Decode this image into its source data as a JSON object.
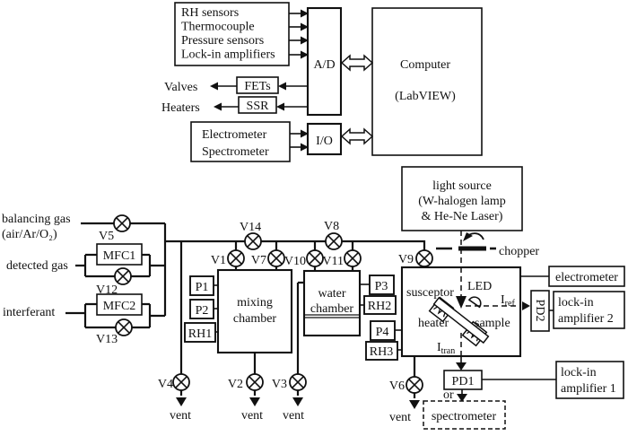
{
  "daq": {
    "sensor_box": {
      "lines": [
        "RH sensors",
        "Thermocouple",
        "Pressure sensors",
        "Lock-in amplifiers"
      ]
    },
    "ad": "A/D",
    "io": "I/O",
    "computer": {
      "line1": "Computer",
      "line2": "(LabVIEW)"
    },
    "valves_out": "Valves",
    "heaters_out": "Heaters",
    "fets": "FETs",
    "ssr": "SSR",
    "io_inputs": {
      "line1": "Electrometer",
      "line2": "Spectrometer"
    }
  },
  "gas": {
    "balancing": {
      "line1": "balancing gas",
      "line2": "(air/Ar/O₂)"
    },
    "detected": "detected gas",
    "interferant": "interferant",
    "mfc1": "MFC1",
    "mfc2": "MFC2",
    "vent": "vent"
  },
  "valves": {
    "v1": "V1",
    "v2": "V2",
    "v3": "V3",
    "v4": "V4",
    "v5": "V5",
    "v6": "V6",
    "v7": "V7",
    "v8": "V8",
    "v9": "V9",
    "v10": "V10",
    "v11": "V11",
    "v12": "V12",
    "v13": "V13",
    "v14": "V14"
  },
  "chambers": {
    "mixing": {
      "line1": "mixing",
      "line2": "chamber"
    },
    "water": {
      "line1": "water",
      "line2": "chamber"
    }
  },
  "sensors": {
    "p1": "P1",
    "p2": "P2",
    "rh1": "RH1",
    "p3": "P3",
    "rh2": "RH2",
    "p4": "P4",
    "rh3": "RH3"
  },
  "optics": {
    "light_source": {
      "line1": "light source",
      "line2": "(W-halogen lamp",
      "line3": "& He-Ne Laser)"
    },
    "chopper": "chopper",
    "susceptor": "susceptor",
    "led": "LED",
    "heater": "heater",
    "sample": "sample",
    "iref": {
      "base": "I",
      "sub": "ref"
    },
    "itran": {
      "base": "I",
      "sub": "tran"
    },
    "pd1": "PD1",
    "pd2": "PD2",
    "or_label": "or",
    "spectrometer": "spectrometer"
  },
  "instruments": {
    "electrometer": "electrometer",
    "lockin1": {
      "line1": "lock-in",
      "line2": "amplifier 1"
    },
    "lockin2": {
      "line1": "lock-in",
      "line2": "amplifier 2"
    }
  },
  "colors": {
    "ink": "#111111",
    "paper": "#ffffff"
  }
}
